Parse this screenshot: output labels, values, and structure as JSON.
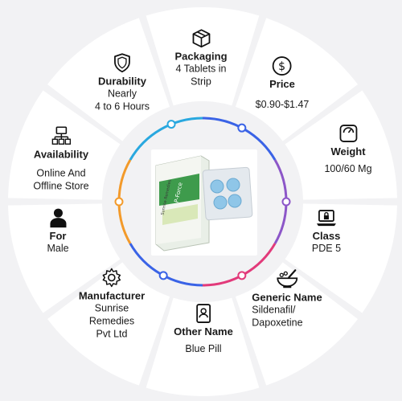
{
  "colors": {
    "background": "#f2f2f4",
    "segment": "#ffffff",
    "ring_cyan": "#29a8df",
    "ring_blue": "#3a63e6",
    "ring_purple": "#8c56c8",
    "ring_pink": "#e23a7a",
    "ring_orange": "#f39a2a",
    "ring_yellow": "#f2c12e",
    "pill_blue": "#8fc6e8"
  },
  "segments": [
    {
      "id": "packaging",
      "icon": "box-icon",
      "title": "Packaging",
      "value": "4 Tablets in\nStrip"
    },
    {
      "id": "price",
      "icon": "dollar-icon",
      "title": "Price",
      "value": "$0.90-$1.47"
    },
    {
      "id": "weight",
      "icon": "scale-icon",
      "title": "Weight",
      "value": "100/60 Mg"
    },
    {
      "id": "class",
      "icon": "laptop-lock-icon",
      "title": "Class",
      "value": "PDE 5"
    },
    {
      "id": "generic",
      "icon": "mortar-pestle-icon",
      "title": "Generic Name",
      "value": "Sildenafil/\nDapoxetine"
    },
    {
      "id": "other",
      "icon": "id-badge-icon",
      "title": "Other Name",
      "value": "Blue Pill"
    },
    {
      "id": "manufacturer",
      "icon": "gear-icon",
      "title": "Manufacturer",
      "value": "Sunrise\nRemedies\nPvt Ltd"
    },
    {
      "id": "for",
      "icon": "person-icon",
      "title": "For",
      "value": "Male"
    },
    {
      "id": "availability",
      "icon": "network-icon",
      "title": "Availability",
      "value": "Online And\nOffline Store"
    },
    {
      "id": "durability",
      "icon": "shield-icon",
      "title": "Durability",
      "value": "Nearly\n4 to 6 Hours"
    }
  ],
  "product": {
    "box_text": "Sunrise Remedies",
    "brand": "P-Force",
    "product_icon": "pill-blister-icon"
  }
}
